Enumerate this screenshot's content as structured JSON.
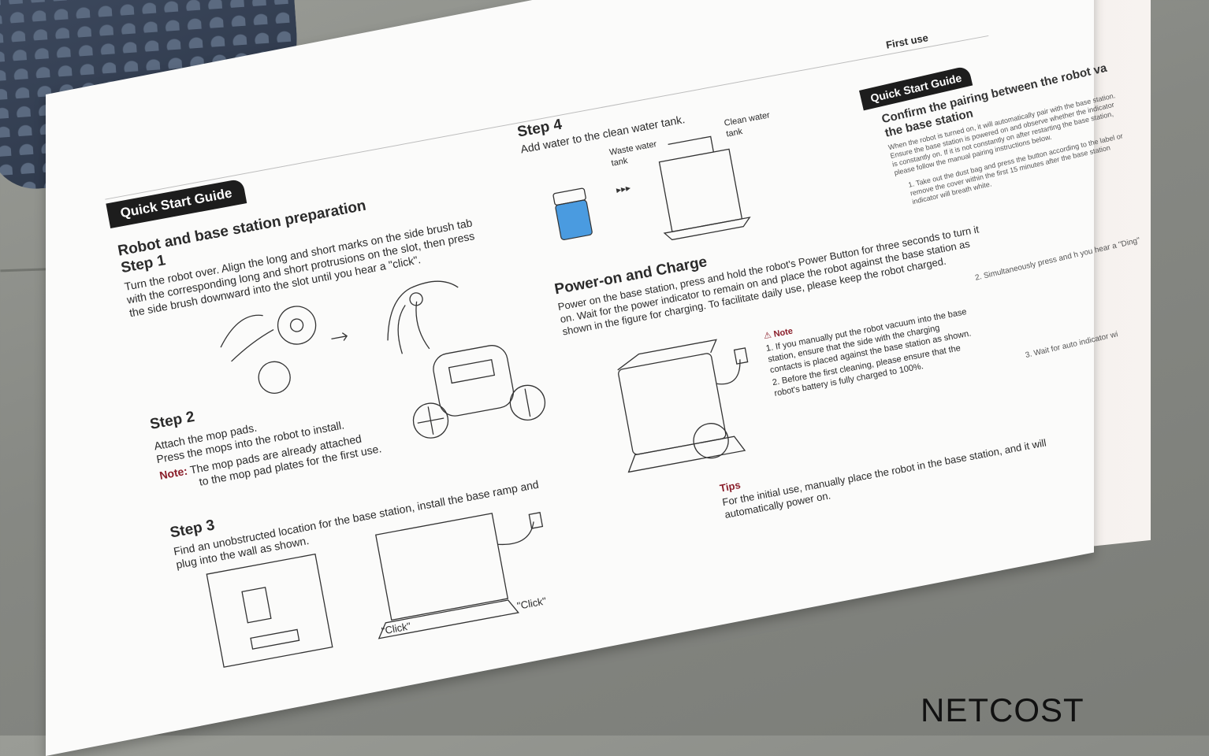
{
  "left_page": {
    "header": "First use",
    "badge": "Quick Start Guide",
    "section_title": "Robot and base station preparation",
    "step1": {
      "title": "Step 1",
      "text": "Turn the robot over. Align the long and short marks on the side brush tab with the corresponding long and short protrusions on the slot, then press the side brush downward into the slot until you hear a \"click\"."
    },
    "step2": {
      "title": "Step 2",
      "line1": "Attach the mop pads.",
      "line2": "Press the mops into the robot to install.",
      "note_label": "Note:",
      "note_line1": "The mop pads are already attached",
      "note_line2": "to the mop pad plates for the first use."
    },
    "step3": {
      "title": "Step 3",
      "text": "Find an unobstructed location for the base station, install the base ramp and plug into the wall as shown.",
      "click1": "\"Click\"",
      "click2": "\"Click\""
    },
    "step4": {
      "title": "Step 4",
      "text": "Add water to the clean water tank.",
      "waste_label": "Waste water tank",
      "clean_label": "Clean water tank",
      "arrows": "▸▸▸"
    },
    "power": {
      "title": "Power-on and Charge",
      "text": "Power on the base station, press and hold the robot's Power Button for three seconds to turn it on. Wait for the power indicator to remain on and place the robot against the base station as shown in the figure for charging. To facilitate daily use, please keep the robot charged.",
      "note_label": "Note",
      "note1": "1. If you manually put the robot vacuum into the base station, ensure that the side with the charging contacts is placed against the base station as shown.",
      "note2": "2. Before the first cleaning, please ensure that the robot's battery is fully charged to 100%.",
      "tips_label": "Tips",
      "tips_text": "For the initial use, manually place the robot in the base station, and it will automatically power on."
    }
  },
  "right_page": {
    "badge": "Quick Start Guide",
    "title_line1": "Confirm the pairing between the robot va",
    "title_line2": "the base station",
    "para": "When the robot is turned on, it will automatically pair with the base station. Ensure the base station is powered on and observe whether the indicator is constantly on. If it is not constantly on after restarting the base station, please follow the manual pairing instructions below.",
    "item1": "1. Take out the dust bag and press the button according to the label or remove the cover within the first 15 minutes after the base station indicator will breath white.",
    "item2": "2. Simultaneously press and h you hear a \"Ding\"",
    "item3": "3. Wait for auto indicator wi"
  },
  "watermark": "NETCOST",
  "colors": {
    "badge_bg": "#1d1d1d",
    "note_red": "#8a1e2a",
    "water_blue": "#4a9be0",
    "page": "#fbfbfa",
    "floor": "#868883"
  }
}
